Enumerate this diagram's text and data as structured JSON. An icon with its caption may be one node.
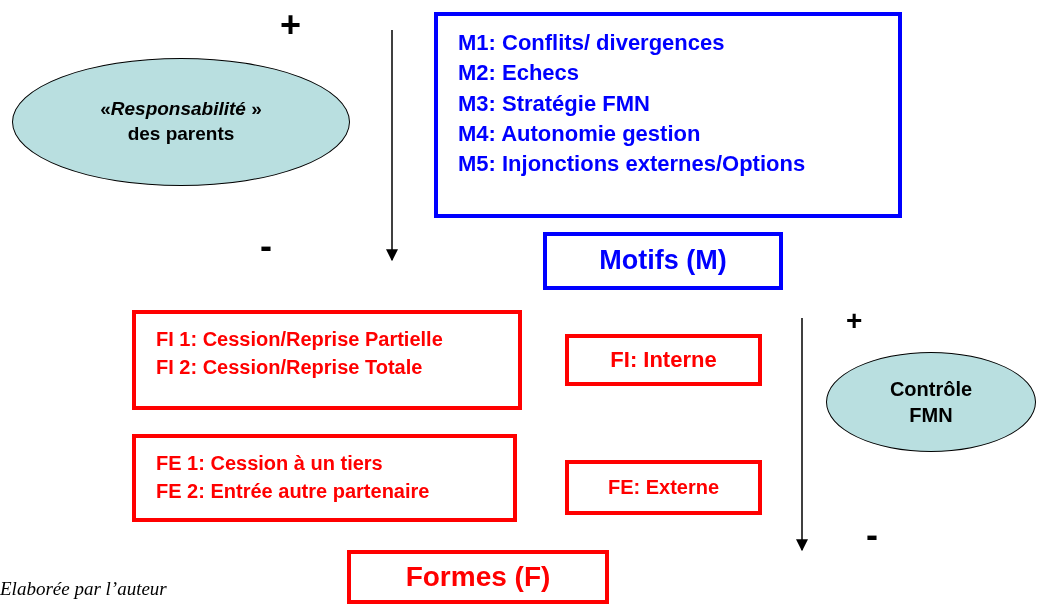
{
  "diagram": {
    "nodes": [
      {
        "text": [
          "«*Responsabilité* » des parents"
        ]
      },
      {
        "text": [
          "M1: Conflits/ divergences",
          "M2: Echecs",
          "M3: Stratégie FMN",
          "M4: Autonomie gestion",
          "M5: Injonctions externes/Options"
        ]
      },
      {
        "text": [
          "Motifs (M)"
        ]
      },
      {
        "text": [
          "FI 1: Cession/Reprise Partielle",
          "FI 2: Cession/Reprise Totale"
        ]
      },
      {
        "text": [
          "FI: Interne"
        ]
      },
      {
        "text": [
          "FE 1: Cession à un tiers",
          "FE 2: Entrée autre partenaire"
        ]
      },
      {
        "text": [
          "FE: Externe"
        ]
      },
      {
        "text": [
          "Contrôle FMN"
        ]
      },
      {
        "text": [
          "Formes (F)"
        ]
      }
    ],
    "labels": [
      "+",
      "-",
      "+",
      "-",
      "Elaborée  par l’auteur"
    ]
  }
}
